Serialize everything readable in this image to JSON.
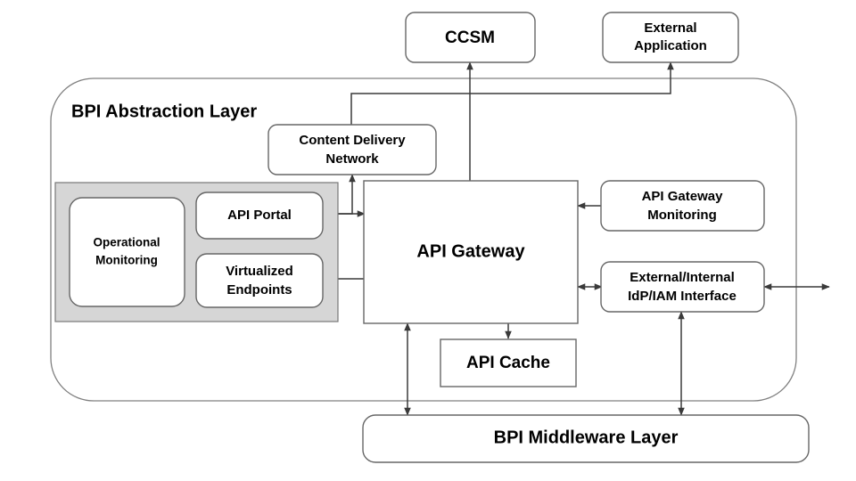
{
  "diagram": {
    "title": "BPI Abstraction Layer",
    "boundary_label": "BPI Abstraction Layer",
    "colors": {
      "node_fill": "#ffffff",
      "node_stroke": "#666666",
      "group_fill": "#d6d6d6",
      "boundary_stroke": "#808080",
      "connector": "#3a3a3a",
      "text": "#000000",
      "background": "#ffffff"
    },
    "nodes": {
      "ccsm": {
        "label": "CCSM",
        "shape": "rounded-rect"
      },
      "external_application": {
        "label_line1": "External",
        "label_line2": "Application",
        "shape": "rounded-rect"
      },
      "content_delivery_network": {
        "label_line1": "Content Delivery",
        "label_line2": "Network",
        "shape": "rounded-rect"
      },
      "operational_monitoring": {
        "label_line1": "Operational",
        "label_line2": "Monitoring",
        "shape": "rounded-rect"
      },
      "api_portal": {
        "label": "API Portal",
        "shape": "rounded-rect"
      },
      "virtualized_endpoints": {
        "label_line1": "Virtualized",
        "label_line2": "Endpoints",
        "shape": "rounded-rect"
      },
      "api_gateway": {
        "label": "API Gateway",
        "shape": "rect"
      },
      "api_gateway_monitoring": {
        "label_line1": "API Gateway",
        "label_line2": "Monitoring",
        "shape": "rounded-rect"
      },
      "idp_iam_interface": {
        "label_line1": "External/Internal",
        "label_line2": "IdP/IAM Interface",
        "shape": "rounded-rect"
      },
      "api_cache": {
        "label": "API Cache",
        "shape": "rect"
      },
      "bpi_middleware_layer": {
        "label": "BPI Middleware Layer",
        "shape": "rounded-rect"
      }
    },
    "connections": [
      {
        "from": "api_gateway",
        "to": "ccsm",
        "arrow": "single"
      },
      {
        "from": "content_delivery_network",
        "to": "external_application",
        "arrow": "single"
      },
      {
        "from": "api_portal",
        "to": "api_gateway",
        "arrow": "single"
      },
      {
        "from": "api_portal",
        "to": "content_delivery_network",
        "arrow": "single"
      },
      {
        "from": "api_gateway",
        "to": "virtualized_endpoints",
        "arrow": "single"
      },
      {
        "from": "api_gateway_monitoring",
        "to": "api_gateway",
        "arrow": "single"
      },
      {
        "from": "api_gateway",
        "to": "idp_iam_interface",
        "arrow": "double"
      },
      {
        "from": "idp_iam_interface",
        "to": "external",
        "arrow": "double"
      },
      {
        "from": "api_gateway",
        "to": "api_cache",
        "arrow": "single"
      },
      {
        "from": "api_gateway",
        "to": "bpi_middleware_layer",
        "arrow": "double"
      },
      {
        "from": "idp_iam_interface",
        "to": "bpi_middleware_layer",
        "arrow": "double"
      }
    ]
  }
}
